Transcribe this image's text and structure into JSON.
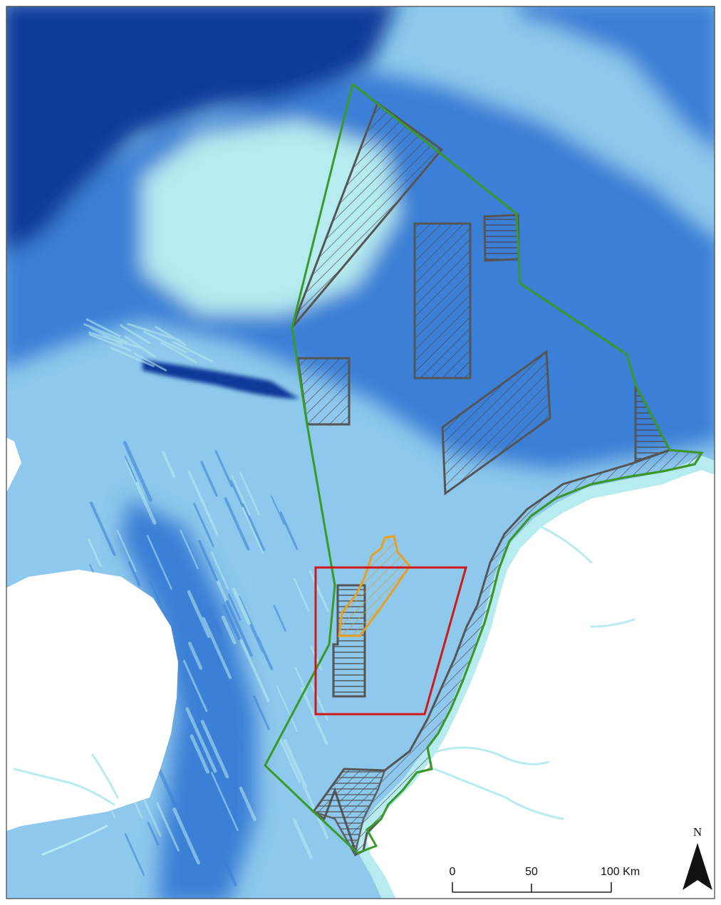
{
  "map": {
    "colors": {
      "sea_deep": "#0d3a9a",
      "sea_mid": "#3a7fd6",
      "sea_shallow": "#8ec8ec",
      "sea_very_shallow": "#b6ebef",
      "land": "#ffffff",
      "boundary_green": "#3a9a28",
      "zone_outline": "#555555",
      "study_area_red": "#d01818",
      "zone_orange": "#e8a020"
    },
    "scale_bar": {
      "labels": [
        "0",
        "50",
        "100 Km"
      ]
    },
    "north_arrow": {
      "label": "N"
    }
  }
}
